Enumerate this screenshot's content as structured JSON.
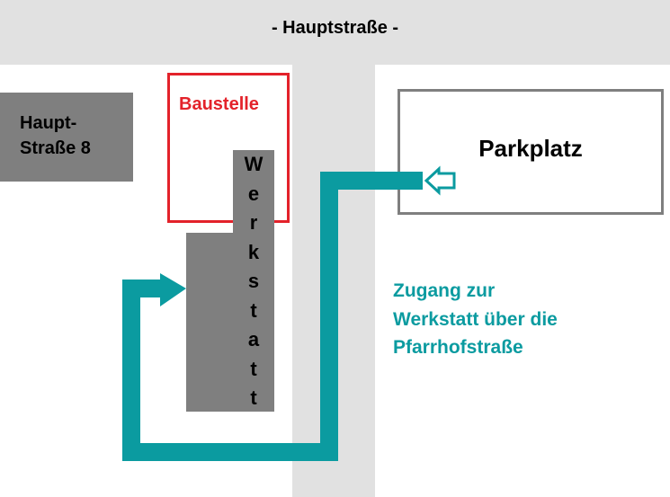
{
  "street_main": {
    "label": "- Hauptstraße -"
  },
  "building_8": {
    "label": "Haupt-\nStraße 8"
  },
  "construction_site": {
    "label": "Baustelle"
  },
  "workshop": {
    "letters": [
      "W",
      "e",
      "r",
      "k",
      "s",
      "t",
      "a",
      "t",
      "t"
    ]
  },
  "parking": {
    "label": "Parkplatz"
  },
  "access_note": {
    "lines": [
      "Zugang zur",
      "Werkstatt über die",
      "Pfarrhofstraße"
    ]
  },
  "colors": {
    "road": "#e1e1e1",
    "building": "#7f7f7f",
    "construction": "#e3222a",
    "route": "#0b9ba0",
    "parking_border": "#7f7f7f"
  }
}
